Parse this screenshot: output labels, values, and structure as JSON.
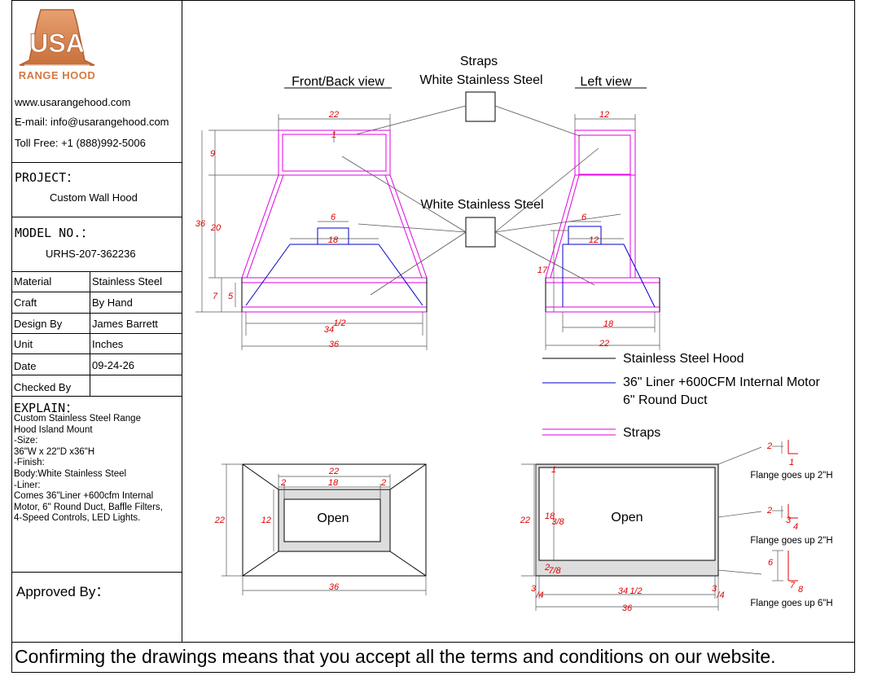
{
  "company": {
    "logo_text": "USA",
    "logo_subtitle": "RANGE HOOD",
    "website": "www.usarangehood.com",
    "email": "E-mail: info@usarangehood.com",
    "toll_free": "Toll Free: +1 (888)992-5006"
  },
  "project": {
    "label": "PROJECT：",
    "value": "Custom Wall Hood"
  },
  "model": {
    "label": "MODEL NO.：",
    "value": "URHS-207-362236"
  },
  "specs": [
    {
      "label": "Material",
      "value": "Stainless Steel"
    },
    {
      "label": "Craft",
      "value": "By Hand"
    },
    {
      "label": "Design By",
      "value": "James Barrett"
    },
    {
      "label": "Unit",
      "value": "Inches"
    },
    {
      "label": "Date",
      "value": "09-24-26"
    },
    {
      "label": "Checked By",
      "value": ""
    }
  ],
  "explain": {
    "label": "EXPLAIN：",
    "lines": [
      "Custom Stainless Steel Range",
      "Hood Island Mount",
      "-Size:",
      "36\"W x 22\"D x36\"H",
      "-Finish:",
      "Body:White Stainless Steel",
      "-Liner:",
      "Comes 36\"Liner +600cfm Internal",
      "Motor, 6\" Round Duct, Baffle Filters,",
      "4-Speed Controls, LED Lights."
    ]
  },
  "approved_by": "Approved By：",
  "footer": "Confirming the drawings means that you accept all the terms and conditions on our website.",
  "drawing": {
    "front_view_title": "Front/Back view",
    "left_view_title": "Left view",
    "straps_label": "Straps",
    "straps_finish": "White Stainless Steel",
    "body_finish": "White Stainless Steel",
    "open_label": "Open",
    "legend": [
      {
        "label": "Stainless Steel Hood",
        "color": "#000000"
      },
      {
        "label": "36\" Liner +600CFM Internal  Motor",
        "label2": "6\" Round Duct",
        "color": "#0000cc"
      },
      {
        "label": "Straps",
        "color": "#e000e0"
      }
    ],
    "flange_notes": [
      "Flange goes up 2\"H",
      "Flange goes up 2\"H",
      "Flange goes up 6\"H"
    ],
    "dims": {
      "front_top_width": "22",
      "strap_top": "1",
      "front_strap_height": "9",
      "overall_height": "36",
      "chimney_height": "20",
      "duct_width": "6",
      "liner_top_width": "18",
      "bottom_height": "7",
      "bottom_inner": "5",
      "liner_bottom_half": "1/2",
      "liner_bottom_whole": "34",
      "overall_width": "36",
      "side_top_depth": "12",
      "side_duct": "6",
      "side_liner_top": "12",
      "side_height": "17",
      "side_liner_bottom": "18",
      "side_depth": "22",
      "plan_width": "22",
      "plan_inner": "18",
      "plan_lip": "2",
      "plan_depth": "22",
      "plan_open_depth": "12",
      "plan_overall": "36",
      "plan2_strip": "1",
      "plan2_depth_a": "18",
      "plan2_depth_b": "3/8",
      "plan2_bottom_a": "2",
      "plan2_bottom_b": "7/8",
      "plan2_edge_a": "3",
      "plan2_edge_b": "/4",
      "plan2_width_a": "34",
      "plan2_width_b": "1/2",
      "flange1": "2",
      "flange1b": "1",
      "flange2": "2",
      "flange2b": "3",
      "flange2c": "4",
      "flange3": "6",
      "flange3b": "7",
      "flange3c": "8"
    }
  }
}
